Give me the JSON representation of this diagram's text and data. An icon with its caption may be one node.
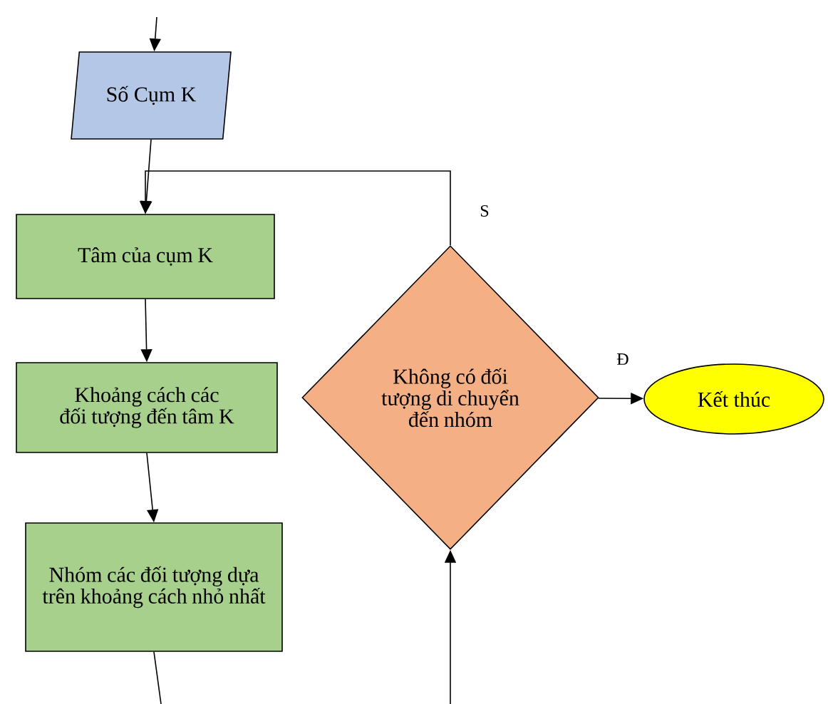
{
  "diagram": {
    "nodes": [
      {
        "text": [
          "Số Cụm K"
        ]
      },
      {
        "text": [
          "Tâm của cụm K"
        ]
      },
      {
        "text": [
          "Khoảng cách các đối tượng đến tâm K"
        ]
      },
      {
        "text": [
          "Nhóm các đối tượng dựa trên khoảng cách nhỏ nhất"
        ]
      },
      {
        "text": [
          "Không có đối tượng di chuyển đến nhóm"
        ]
      },
      {
        "text": [
          "Kết thúc"
        ]
      }
    ],
    "edges": [
      {
        "from": null,
        "to": 0,
        "arrow": "to"
      },
      {
        "from": 0,
        "to": 1,
        "arrow": "to"
      },
      {
        "from": 4,
        "to": 1,
        "arrow": "to",
        "label": "S"
      },
      {
        "from": 1,
        "to": 2,
        "arrow": "to"
      },
      {
        "from": 2,
        "to": 3,
        "arrow": "to"
      },
      {
        "from": 3,
        "to": null,
        "arrow": "none"
      },
      {
        "from": null,
        "to": 4,
        "arrow": "to"
      },
      {
        "from": 4,
        "to": 5,
        "arrow": "to",
        "label": "Đ"
      }
    ]
  }
}
